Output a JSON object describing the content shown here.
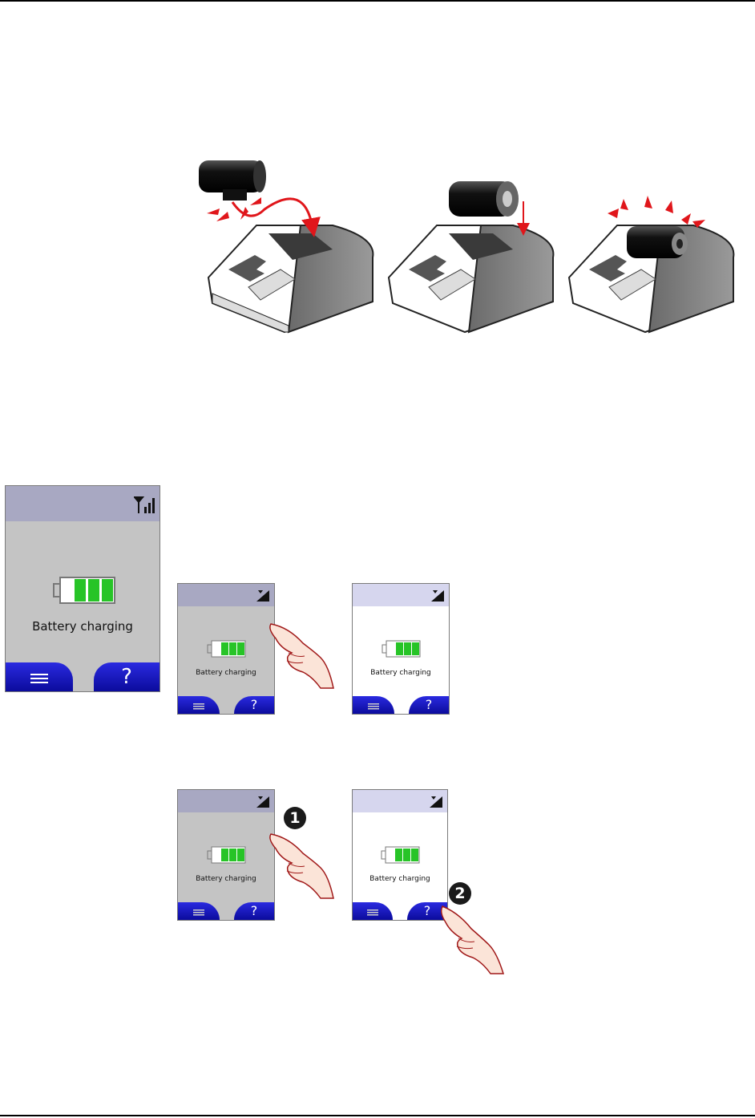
{
  "screens": {
    "large": {
      "status": "Battery charging",
      "menu_icon": "menu-icon",
      "help_label": "?",
      "signal_icon": "signal-icon"
    },
    "mid_left": {
      "status": "Battery charging",
      "menu_icon": "menu-icon",
      "help_label": "?"
    },
    "mid_right": {
      "status": "Battery charging",
      "menu_icon": "menu-icon",
      "help_label": "?"
    },
    "low_left": {
      "status": "Battery charging",
      "menu_icon": "menu-icon",
      "help_label": "?"
    },
    "low_right": {
      "status": "Battery charging",
      "menu_icon": "menu-icon",
      "help_label": "?"
    }
  },
  "steps": {
    "one": "1",
    "two": "2"
  },
  "colors": {
    "accent_red": "#e0161b",
    "button_blue": "#0b0b9c",
    "topbar_gray": "#a8a8c2",
    "screen_gray": "#c4c4c4",
    "battery_green": "#27c427",
    "dock_gray": "#8c8c8c"
  }
}
